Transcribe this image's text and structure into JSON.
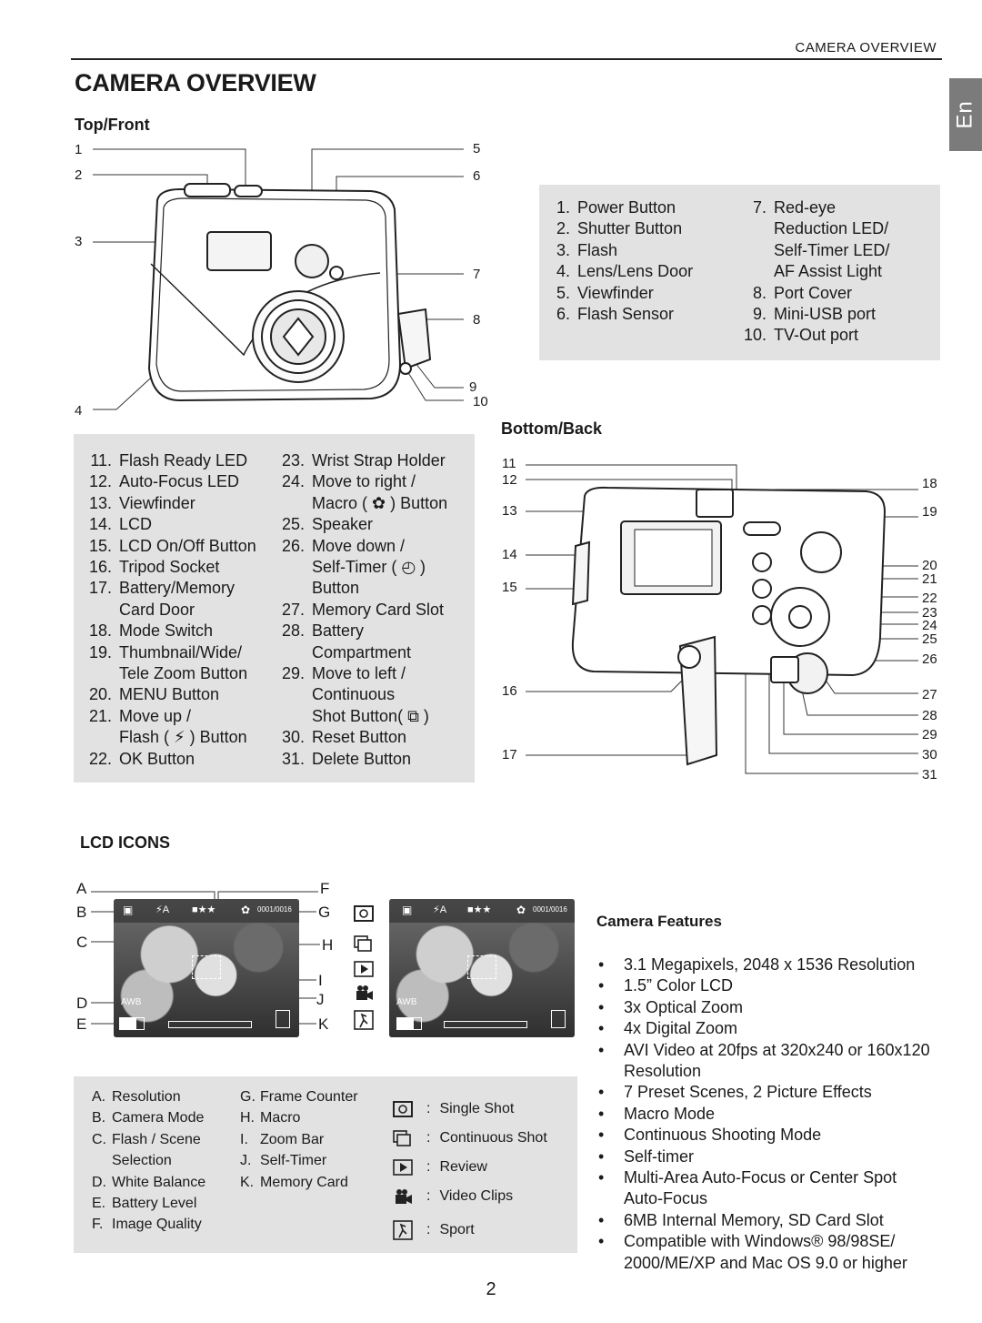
{
  "running_head": "CAMERA OVERVIEW",
  "title": "CAMERA OVERVIEW",
  "language_tab": "En",
  "top_front": {
    "heading": "Top/Front",
    "callouts_left": [
      "1",
      "2",
      "3",
      "4"
    ],
    "callouts_right": [
      "5",
      "6",
      "7",
      "8",
      "9",
      "10"
    ],
    "parts_col1": [
      {
        "num": "1.",
        "text": "Power Button"
      },
      {
        "num": "2.",
        "text": "Shutter Button"
      },
      {
        "num": "3.",
        "text": "Flash"
      },
      {
        "num": "4.",
        "text": "Lens/Lens Door"
      },
      {
        "num": "5.",
        "text": "Viewfinder"
      },
      {
        "num": "6.",
        "text": "Flash Sensor"
      }
    ],
    "parts_col2": [
      {
        "num": "7.",
        "lines": [
          "Red-eye",
          "Reduction LED/",
          "Self-Timer LED/",
          "AF Assist Light"
        ]
      },
      {
        "num": "8.",
        "lines": [
          "Port Cover"
        ]
      },
      {
        "num": "9.",
        "lines": [
          "Mini-USB port"
        ]
      },
      {
        "num": "10.",
        "lines": [
          "TV-Out port"
        ]
      }
    ]
  },
  "bottom_back": {
    "heading": "Bottom/Back",
    "callouts_left": [
      "11",
      "12",
      "13",
      "14",
      "15",
      "16",
      "17"
    ],
    "callouts_right": [
      "18",
      "19",
      "20",
      "21",
      "22",
      "23",
      "24",
      "25",
      "26",
      "27",
      "28",
      "29",
      "30",
      "31"
    ],
    "parts_col1": [
      {
        "num": "11.",
        "lines": [
          "Flash Ready LED"
        ]
      },
      {
        "num": "12.",
        "lines": [
          "Auto-Focus LED"
        ]
      },
      {
        "num": "13.",
        "lines": [
          "Viewfinder"
        ]
      },
      {
        "num": "14.",
        "lines": [
          "LCD"
        ]
      },
      {
        "num": "15.",
        "lines": [
          "LCD On/Off Button"
        ]
      },
      {
        "num": "16.",
        "lines": [
          "Tripod Socket"
        ]
      },
      {
        "num": "17.",
        "lines": [
          "Battery/Memory",
          "Card Door"
        ]
      },
      {
        "num": "18.",
        "lines": [
          "Mode Switch"
        ]
      },
      {
        "num": "19.",
        "lines": [
          "Thumbnail/Wide/",
          "Tele Zoom Button"
        ]
      },
      {
        "num": "20.",
        "lines": [
          "MENU Button"
        ]
      },
      {
        "num": "21.",
        "lines": [
          "Move up /",
          "Flash ( ⚡ ) Button"
        ]
      },
      {
        "num": "22.",
        "lines": [
          "OK Button"
        ]
      }
    ],
    "parts_col2": [
      {
        "num": "23.",
        "lines": [
          "Wrist Strap Holder"
        ]
      },
      {
        "num": "24.",
        "lines": [
          "Move to right /",
          "Macro ( ✿ ) Button"
        ]
      },
      {
        "num": "25.",
        "lines": [
          "Speaker"
        ]
      },
      {
        "num": "26.",
        "lines": [
          "Move down /",
          "Self-Timer ( ◴ )",
          "Button"
        ]
      },
      {
        "num": "27.",
        "lines": [
          "Memory Card Slot"
        ]
      },
      {
        "num": "28.",
        "lines": [
          "Battery",
          "Compartment"
        ]
      },
      {
        "num": "29.",
        "lines": [
          "Move to left /",
          "Continuous",
          "Shot Button( ⧉ )"
        ]
      },
      {
        "num": "30.",
        "lines": [
          "Reset Button"
        ]
      },
      {
        "num": "31.",
        "lines": [
          "Delete Button"
        ]
      }
    ]
  },
  "lcd_icons": {
    "heading": "LCD ICONS",
    "callouts_left": [
      "A",
      "B",
      "C",
      "D",
      "E"
    ],
    "callouts_right": [
      "F",
      "G",
      "H",
      "I",
      "J",
      "K"
    ],
    "screen_overlay": {
      "counter": "0001/0016",
      "white_balance": "AWB",
      "flash": "⚡A"
    },
    "legend_col1": [
      {
        "num": "A.",
        "lines": [
          "Resolution"
        ]
      },
      {
        "num": "B.",
        "lines": [
          "Camera Mode"
        ]
      },
      {
        "num": "C.",
        "lines": [
          "Flash / Scene",
          "Selection"
        ]
      },
      {
        "num": "D.",
        "lines": [
          "White Balance"
        ]
      },
      {
        "num": "E.",
        "lines": [
          "Battery Level"
        ]
      },
      {
        "num": "F.",
        "lines": [
          "Image Quality"
        ]
      }
    ],
    "legend_col2": [
      {
        "num": "G.",
        "lines": [
          "Frame Counter"
        ]
      },
      {
        "num": "H.",
        "lines": [
          "Macro"
        ]
      },
      {
        "num": "I.",
        "lines": [
          "Zoom Bar"
        ]
      },
      {
        "num": "J.",
        "lines": [
          "Self-Timer"
        ]
      },
      {
        "num": "K.",
        "lines": [
          "Memory Card"
        ]
      }
    ],
    "modes": [
      {
        "icon": "single-shot-icon",
        "label": "Single Shot"
      },
      {
        "icon": "continuous-shot-icon",
        "label": "Continuous Shot"
      },
      {
        "icon": "review-icon",
        "label": "Review"
      },
      {
        "icon": "video-clips-icon",
        "label": "Video Clips"
      },
      {
        "icon": "sport-icon",
        "label": "Sport"
      }
    ],
    "mode_separator": ":"
  },
  "features": {
    "heading": "Camera Features",
    "bullet": "•",
    "items": [
      [
        "3.1 Megapixels, 2048 x 1536 Resolution"
      ],
      [
        "1.5” Color LCD"
      ],
      [
        "3x Optical Zoom"
      ],
      [
        "4x Digital Zoom"
      ],
      [
        "AVI Video at 20fps at 320x240 or 160x120",
        "Resolution"
      ],
      [
        "7 Preset Scenes, 2 Picture Effects"
      ],
      [
        "Macro Mode"
      ],
      [
        "Continuous Shooting Mode"
      ],
      [
        "Self-timer"
      ],
      [
        "Multi-Area Auto-Focus or Center Spot",
        "Auto-Focus"
      ],
      [
        "6MB Internal Memory, SD Card Slot"
      ],
      [
        "Compatible with Windows® 98/98SE/",
        "2000/ME/XP and Mac OS 9.0 or higher"
      ]
    ]
  },
  "page_number": "2"
}
